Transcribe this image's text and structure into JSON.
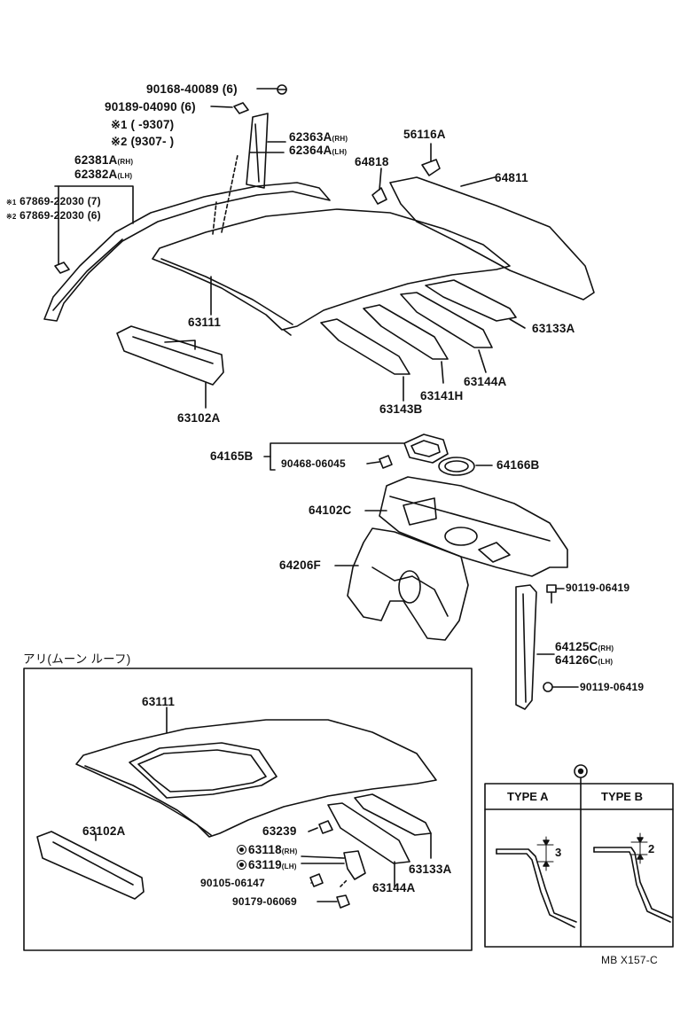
{
  "parts": {
    "p90168": "90168-40089 (6)",
    "p90189": "90189-04090 (6)",
    "note1_mark": "※1",
    "note1_range": "(      -9307)",
    "note2_mark": "※2",
    "note2_range": "(9307-      )",
    "p62363": "62363A",
    "p62364": "62364A",
    "p62381": "62381A",
    "p62382": "62382A",
    "p67869_a": "67869-22030 (7)",
    "p67869_b": "67869-22030 (6)",
    "note1_small": "※1",
    "note2_small": "※2",
    "p56116": "56116A",
    "p64818": "64818",
    "p64811": "64811",
    "p63111": "63111",
    "p63133": "63133A",
    "p63144": "63144A",
    "p63141": "63141H",
    "p63143": "63143B",
    "p63102": "63102A",
    "p64165": "64165B",
    "p90468": "90468-06045",
    "p64166": "64166B",
    "p64102": "64102C",
    "p64206": "64206F",
    "p90119_a": "90119-06419",
    "p64125": "64125C",
    "p64126": "64126C",
    "p90119_b": "90119-06419"
  },
  "side": {
    "rh": "(RH)",
    "lh": "(LH)"
  },
  "inset": {
    "title": "アリ(ムーン ルーフ)",
    "p63111": "63111",
    "p63102": "63102A",
    "p63239": "63239",
    "p63118": "63118",
    "p63119": "63119",
    "p90105": "90105-06147",
    "p90179": "90179-06069",
    "p63144": "63144A",
    "p63133": "63133A"
  },
  "types": {
    "a": "TYPE A",
    "b": "TYPE B",
    "dim_a": "3",
    "dim_b": "2"
  },
  "code": "MB X157-C"
}
